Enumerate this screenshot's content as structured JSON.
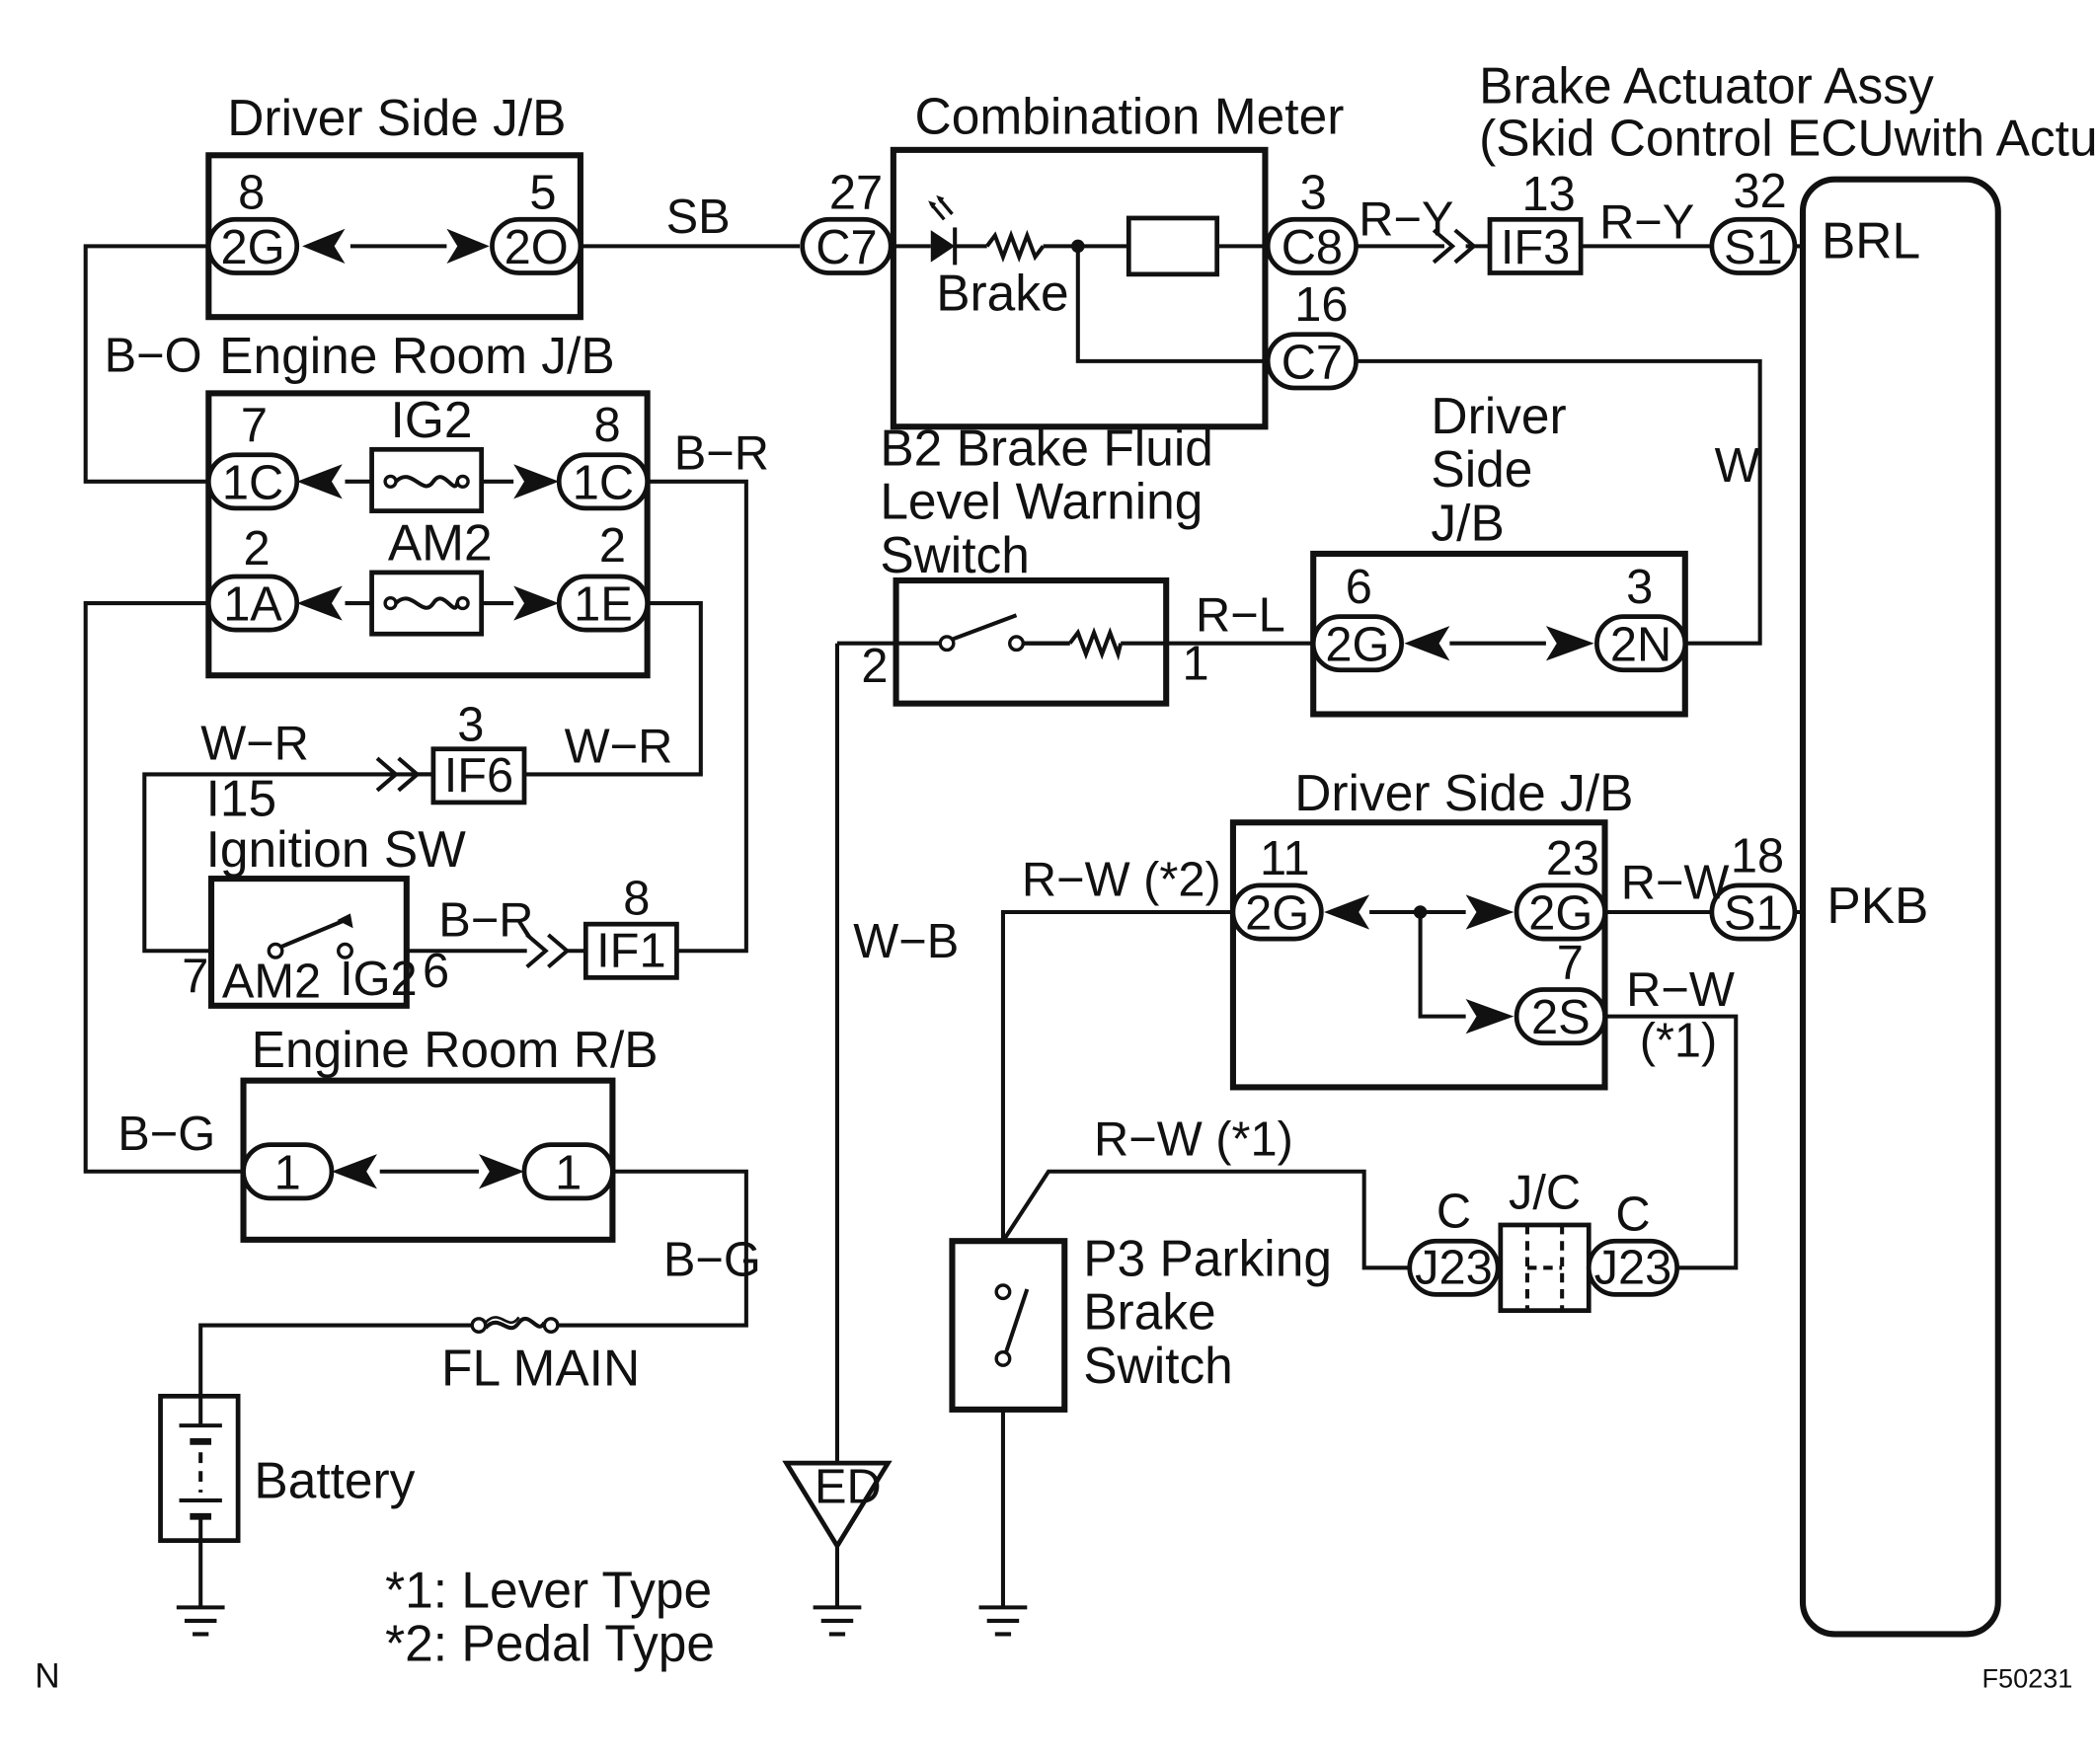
{
  "components": {
    "driver_jb_top": "Driver Side J/B",
    "engine_jb": "Engine Room J/B",
    "combination_meter": "Combination Meter",
    "brake_actuator": [
      "Brake Actuator Assy",
      "(Skid Control ECUwith Actuator)"
    ],
    "brake_fluid_switch": [
      "B2 Brake Fluid",
      "Level Warning",
      "Switch"
    ],
    "driver_jb_mid": [
      "Driver",
      "Side",
      "J/B"
    ],
    "driver_jb_lower": "Driver Side J/B",
    "ignition_sw": [
      "I15",
      "Ignition SW"
    ],
    "engine_rb": "Engine Room R/B",
    "parking_switch": [
      "P3 Parking",
      "Brake",
      "Switch"
    ],
    "battery": "Battery",
    "jc": "J/C"
  },
  "labels": {
    "brake": "Brake",
    "fl_main": "FL MAIN",
    "ig2": "IG2",
    "am2": "AM2",
    "sw_am2": "AM2",
    "sw_ig2": "IG2",
    "brl": "BRL",
    "pkb": "PKB",
    "ground_ed": "ED"
  },
  "connectors": {
    "djb_2g": "2G",
    "djb_2o": "2O",
    "ejb_1c_l": "1C",
    "ejb_1c_r": "1C",
    "ejb_1a": "1A",
    "ejb_1e": "1E",
    "if6": "IF6",
    "if1": "IF1",
    "erb_1_l": "1",
    "erb_1_r": "1",
    "meter_c7_in": "C7",
    "meter_c8": "C8",
    "meter_c7_out": "C7",
    "if3": "IF3",
    "act_s1_top": "S1",
    "act_s1_bot": "S1",
    "mjb_2g": "2G",
    "mjb_2n": "2N",
    "ljb_2g_l": "2G",
    "ljb_2g_r": "2G",
    "ljb_2s": "2S",
    "j23_l": "J23",
    "j23_r": "J23"
  },
  "pins": {
    "djb_8": "8",
    "djb_5": "5",
    "ejb_7": "7",
    "ejb_8": "8",
    "ejb_2_l": "2",
    "ejb_2_r": "2",
    "if6_3": "3",
    "if1_8": "8",
    "sw_7": "7",
    "sw_6": "6",
    "meter_27": "27",
    "meter_3": "3",
    "meter_16": "16",
    "if3_13": "13",
    "act_32": "32",
    "act_18": "18",
    "fluid_2": "2",
    "fluid_1": "1",
    "mjb_6": "6",
    "mjb_3": "3",
    "ljb_11": "11",
    "ljb_23": "23",
    "ljb_7": "7",
    "j23_c_l": "C",
    "j23_c_r": "C"
  },
  "wires": {
    "sb": "SB",
    "bo": "B−O",
    "br_top": "B−R",
    "wr_left": "W−R",
    "wr_right": "W−R",
    "br_sw": "B−R",
    "bg_left": "B−G",
    "bg_right": "B−G",
    "ry_1": "R−Y",
    "ry_2": "R−Y",
    "w": "W",
    "rl": "R−L",
    "wb": "W−B",
    "rw_pedal": "R−W  (*2)",
    "rw_s1": "R−W",
    "rw_lever_right": "R−W",
    "rw_lever_right_note": "(*1)",
    "rw_lever_mid": "R−W  (*1)"
  },
  "notes": [
    "*1: Lever Type",
    "*2: Pedal Type"
  ],
  "corner_left": "N",
  "figure_id": "F50231"
}
